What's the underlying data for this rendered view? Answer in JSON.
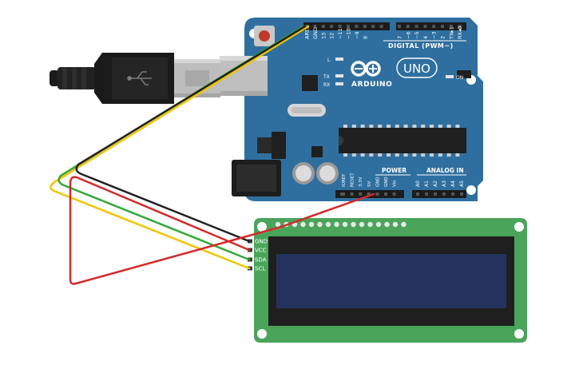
{
  "board": {
    "brand": "ARDUINO",
    "model": "UNO",
    "digital_label": "DIGITAL (PWM~)",
    "power_label": "POWER",
    "analog_label": "ANALOG IN",
    "on_label": "ON",
    "led_labels": [
      "L",
      "TX",
      "RX"
    ],
    "top_header_labels": [
      "AREF",
      "GND",
      "13",
      "12",
      "~11",
      "~10",
      "~9",
      "8",
      "7",
      "~6",
      "~5",
      "4",
      "~3",
      "2",
      "TX▸1",
      "RX◂0"
    ],
    "power_header_labels": [
      "IOREF",
      "RESET",
      "3.3V",
      "5V",
      "GND",
      "GND",
      "Vin"
    ],
    "analog_header_labels": [
      "A0",
      "A1",
      "A2",
      "A3",
      "A4",
      "A5"
    ]
  },
  "lcd": {
    "pins": [
      "GND",
      "VCC",
      "SDA",
      "SCL"
    ]
  },
  "colors": {
    "board": "#2f6f9f",
    "lcd_pcb": "#4aa55a",
    "lcd_screen": "#24335e",
    "wire_gnd": "#222222",
    "wire_vcc": "#d42a2a",
    "wire_sda": "#35a83a",
    "wire_scl": "#f2c500"
  },
  "icons": [
    "usb-cable-icon",
    "arduino-infinity-logo-icon"
  ]
}
